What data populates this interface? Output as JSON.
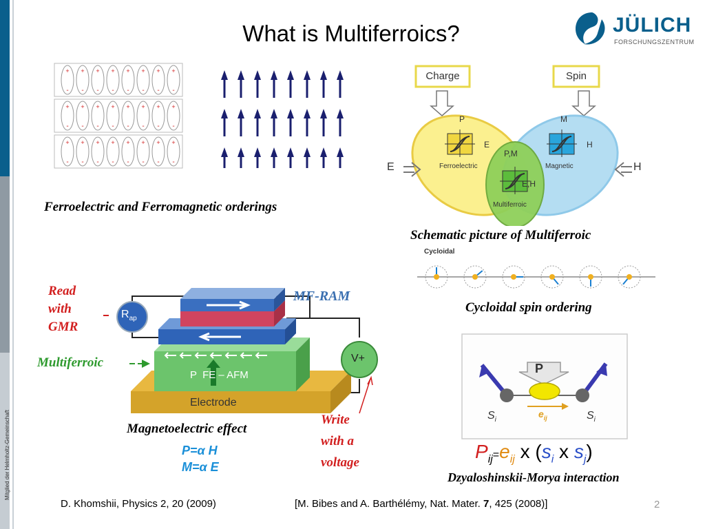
{
  "sidebar": {
    "vertical_text": "Mitglied der Helmholtz-Gemeinschaft"
  },
  "logo": {
    "name": "JÜLICH",
    "sub": "FORSCHUNGSZENTRUM"
  },
  "slide": {
    "title": "What is Multiferroics?",
    "page_number": "2"
  },
  "left_top": {
    "caption": "Ferroelectric and Ferromagnetic orderings",
    "plus": "+",
    "minus": "-"
  },
  "schematic": {
    "charge": "Charge",
    "spin": "Spin",
    "P": "P",
    "E": "E",
    "M": "M",
    "H": "H",
    "PM": "P,M",
    "EH": "E,H",
    "ferroelectric": "Ferroelectric",
    "magnetic": "Magnetic",
    "multiferroic": "Multiferroic",
    "E_left": "E",
    "H_right": "H",
    "caption": "Schematic picture of Multiferroic"
  },
  "cycloidal": {
    "label": "Cycloidal",
    "caption": "Cycloidal spin ordering"
  },
  "device": {
    "read1": "Read",
    "read2": "with",
    "read3": "GMR",
    "mfram": "MF-RAM",
    "rap": "R",
    "rap_sub": "ap",
    "vplus": "V+",
    "layer_text": "P  FE – AFM",
    "electrode": "Electrode",
    "multiferroic": "Multiferroic",
    "write1": "Write",
    "write2": "with a",
    "write3": "voltage",
    "caption": "Magnetoelectric effect",
    "eq1": "P=α H",
    "eq2": "M=α E"
  },
  "dm": {
    "P": "P",
    "si": "S",
    "si_sub": "i",
    "eij": "e",
    "eij_sub": "ij",
    "sj_sub": "i",
    "formula_P": "P",
    "formula_Psub": "ij",
    "formula_eq": "=",
    "formula_e": "e",
    "formula_esub": "ij",
    "formula_x1": " x (",
    "formula_s1": "s",
    "formula_s1sub": "i",
    "formula_x2": " x ",
    "formula_s2": "s",
    "formula_s2sub": "j",
    "formula_close": ")",
    "caption": "Dzyaloshinskii-Morya interaction"
  },
  "references": {
    "ref1": "D. Khomshii, Physics 2, 20 (2009)",
    "ref2_a": "[M. Bibes and A. Barthélémy, Nat. Mater. ",
    "ref2_b": "7",
    "ref2_c": ", 425 (2008)]"
  }
}
